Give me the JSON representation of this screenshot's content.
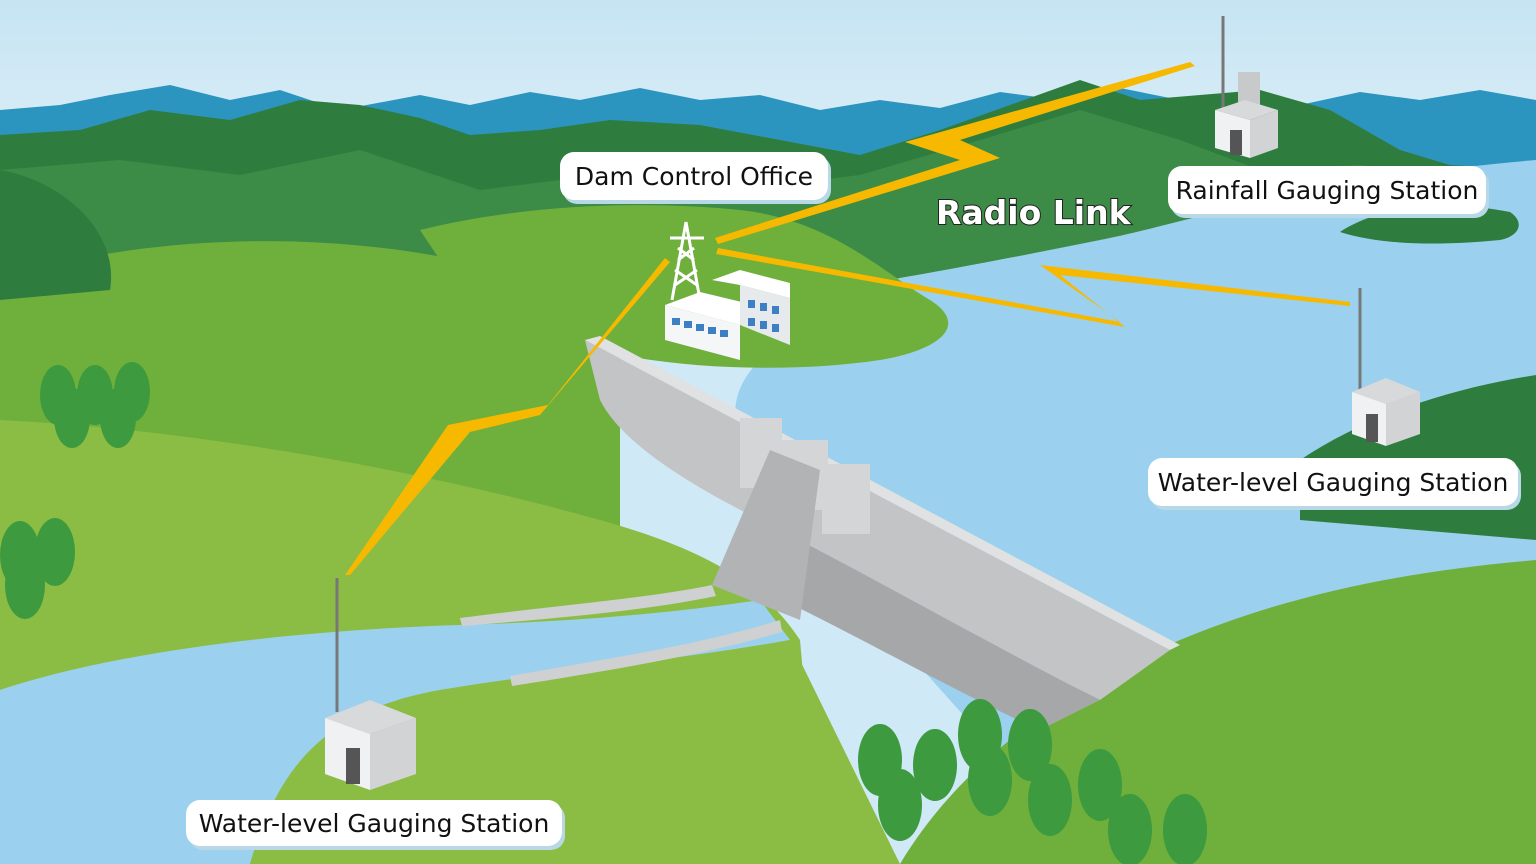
{
  "labels": {
    "dam_control_office": "Dam Control Office",
    "radio_link": "Radio Link",
    "rainfall_station": "Rainfall Gauging Station",
    "water_level_station_right": "Water-level Gauging Station",
    "water_level_station_left": "Water-level Gauging Station"
  },
  "colors": {
    "sky_top": "#e4f3fb",
    "mountain_far": "#2b95c0",
    "forest_dark": "#2f7d3e",
    "hill_green": "#6fb03c",
    "hill_light": "#8bbd45",
    "water": "#9bd1ee",
    "dam_concrete": "#c3c4c5",
    "radio_bolt": "#f6b900",
    "building": "#f4f6f7",
    "window": "#3c7fc4",
    "tree": "#3d9a3f"
  }
}
